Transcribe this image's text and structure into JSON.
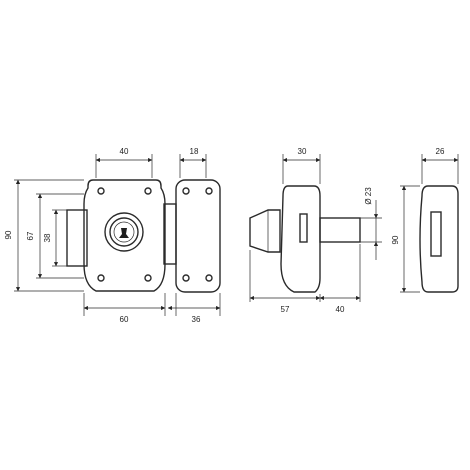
{
  "front_view": {
    "width_top": "40",
    "width_bottom": "60",
    "height_total": "90",
    "height_inner": "67",
    "height_bolt": "38"
  },
  "side_plate": {
    "width_top": "18",
    "width_bottom": "36"
  },
  "profile_view": {
    "width_top": "30",
    "diameter": "Ø 23",
    "length_left": "57",
    "length_right": "40"
  },
  "keeper_view": {
    "width_top": "26",
    "height": "90"
  }
}
